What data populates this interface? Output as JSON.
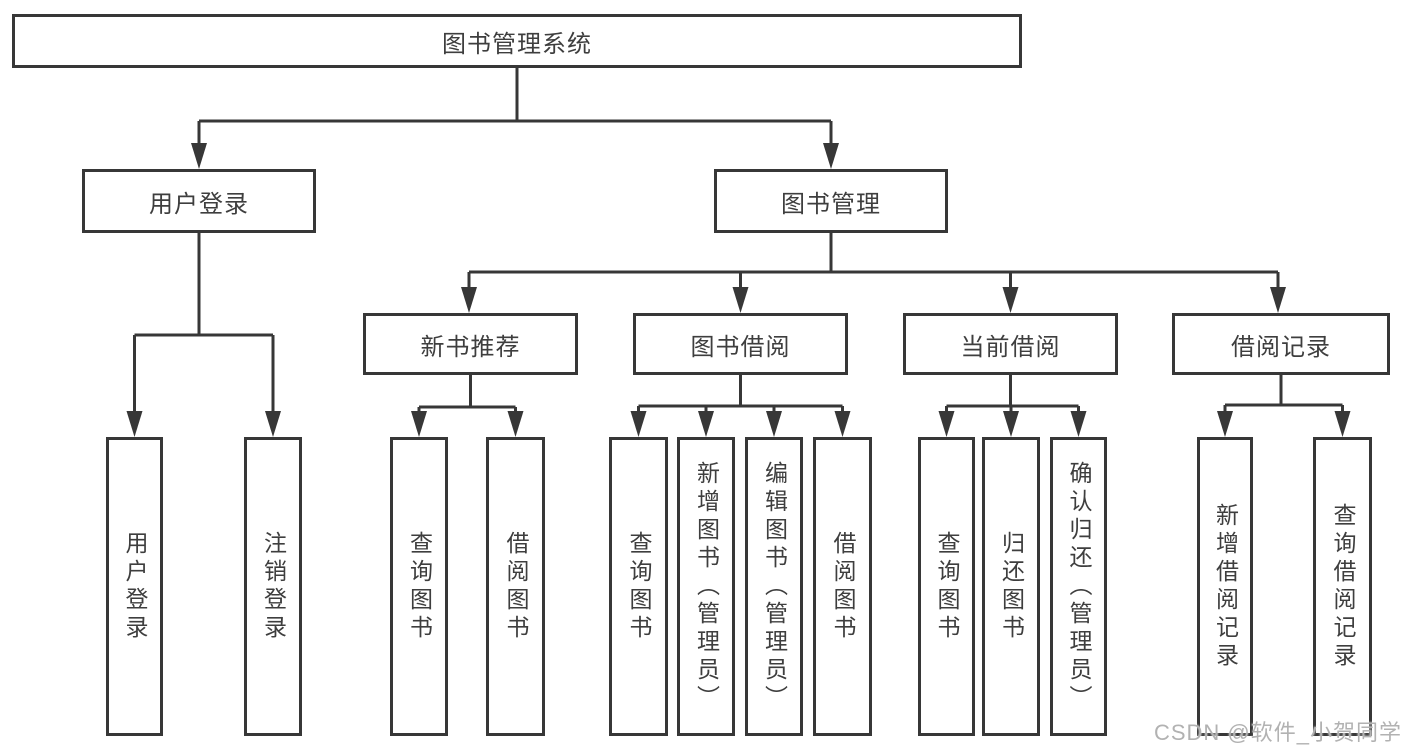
{
  "tree": {
    "root": {
      "label": "图书管理系统",
      "children": [
        {
          "label": "用户登录",
          "children": [
            {
              "label": "用户登录"
            },
            {
              "label": "注销登录"
            }
          ]
        },
        {
          "label": "图书管理",
          "children": [
            {
              "label": "新书推荐",
              "children": [
                {
                  "label": "查询图书"
                },
                {
                  "label": "借阅图书"
                }
              ]
            },
            {
              "label": "图书借阅",
              "children": [
                {
                  "label": "查询图书"
                },
                {
                  "label": "新增图书（管理员）"
                },
                {
                  "label": "编辑图书（管理员）"
                },
                {
                  "label": "借阅图书"
                }
              ]
            },
            {
              "label": "当前借阅",
              "children": [
                {
                  "label": "查询图书"
                },
                {
                  "label": "归还图书"
                },
                {
                  "label": "确认归还（管理员）"
                }
              ]
            },
            {
              "label": "借阅记录",
              "children": [
                {
                  "label": "新增借阅记录"
                },
                {
                  "label": "查询借阅记录"
                }
              ]
            }
          ]
        }
      ]
    }
  },
  "watermark": {
    "text": "CSDN @软件_小贺同学"
  },
  "colors": {
    "line": "#373737",
    "text": "#3e3e3e",
    "watermark": "#b2b2b2",
    "background": "#ffffff"
  }
}
